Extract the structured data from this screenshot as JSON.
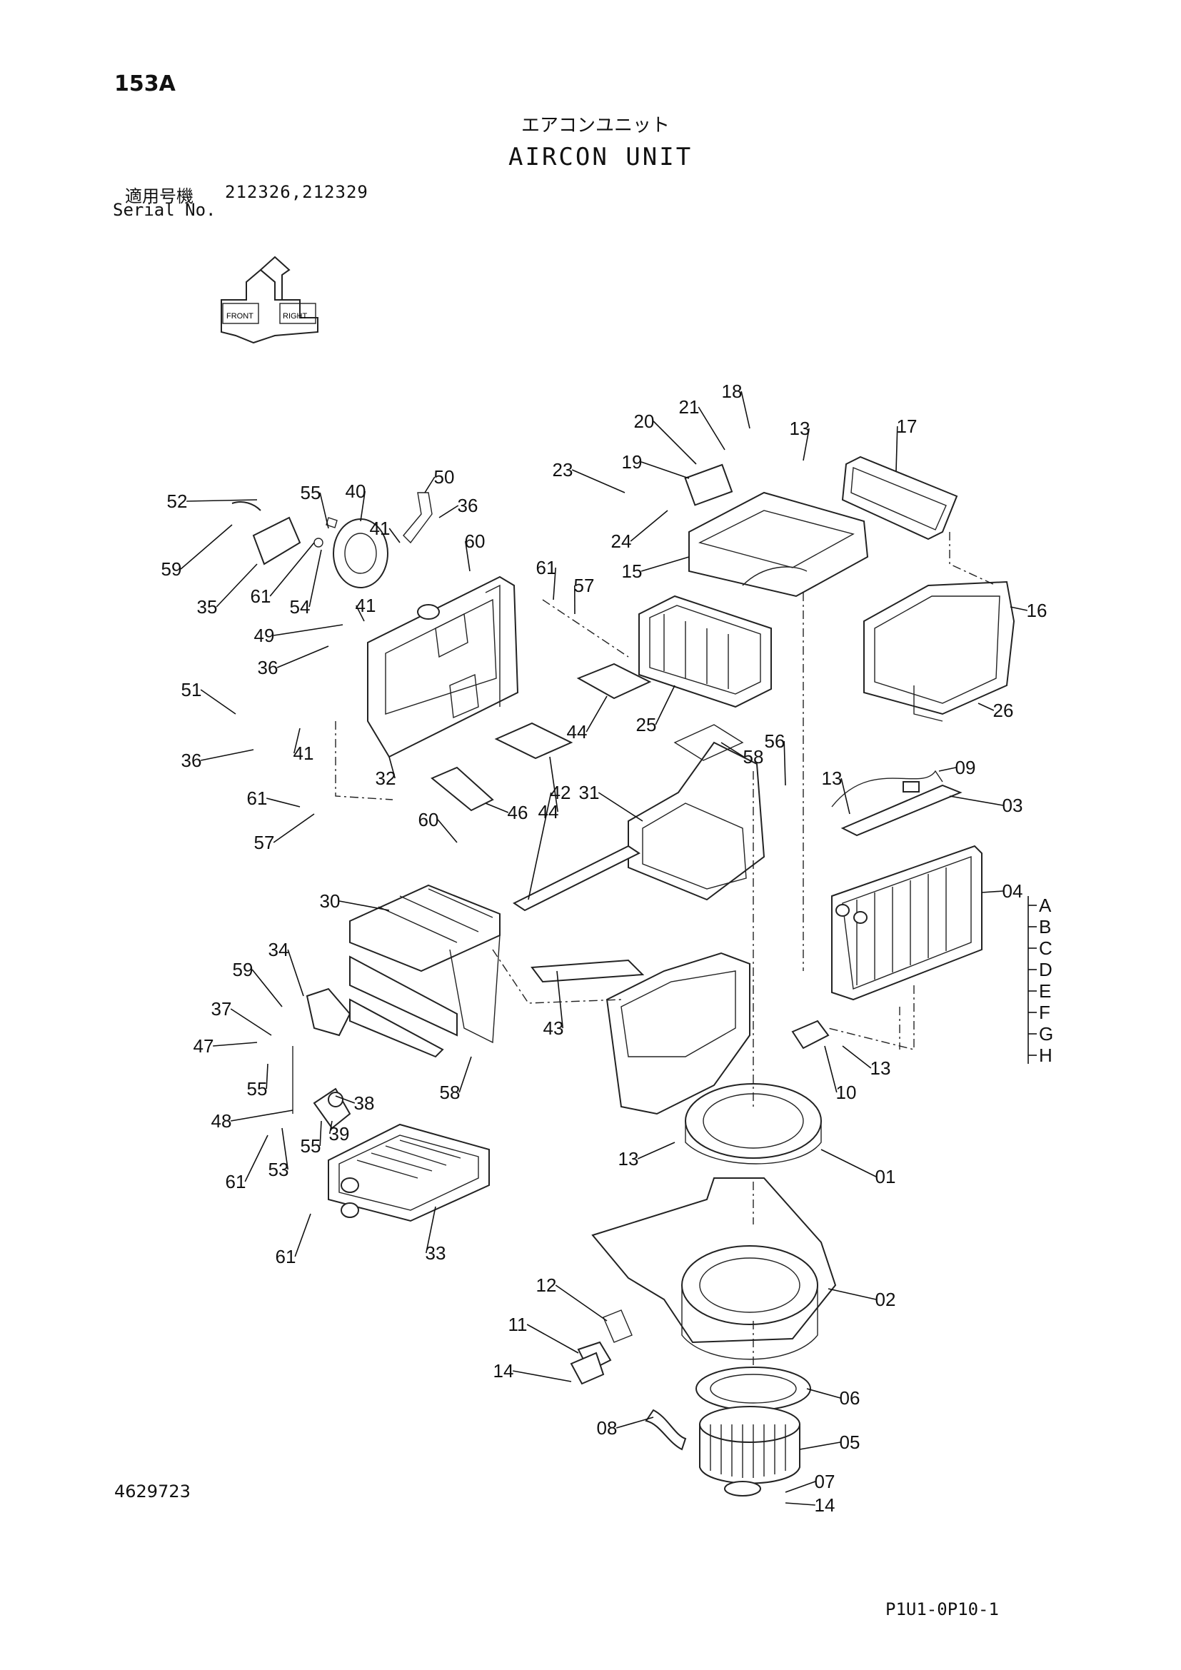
{
  "header": {
    "page_number": "153A",
    "title_jp": "エアコンユニット",
    "title_en": "AIRCON UNIT",
    "serial_label_jp": "適用号機",
    "serial_values": "212326,212329",
    "serial_label_en": "Serial No."
  },
  "orientation_icon": {
    "icon": "orientation-arrows-icon",
    "labels": [
      "FRONT",
      "RIGHT"
    ]
  },
  "callouts": [
    {
      "id": "153a-c01",
      "label": "52"
    },
    {
      "id": "153a-c02",
      "label": "55"
    },
    {
      "id": "153a-c03",
      "label": "40"
    },
    {
      "id": "153a-c04",
      "label": "50"
    },
    {
      "id": "153a-c05",
      "label": "36"
    },
    {
      "id": "153a-c06",
      "label": "41"
    },
    {
      "id": "153a-c07",
      "label": "60"
    },
    {
      "id": "153a-c08",
      "label": "59"
    },
    {
      "id": "153a-c09",
      "label": "35"
    },
    {
      "id": "153a-c10",
      "label": "61"
    },
    {
      "id": "153a-c11",
      "label": "54"
    },
    {
      "id": "153a-c12",
      "label": "41"
    },
    {
      "id": "153a-c13",
      "label": "49"
    },
    {
      "id": "153a-c14",
      "label": "36"
    },
    {
      "id": "153a-c15",
      "label": "51"
    },
    {
      "id": "153a-c16",
      "label": "41"
    },
    {
      "id": "153a-c17",
      "label": "36"
    },
    {
      "id": "153a-c18",
      "label": "61"
    },
    {
      "id": "153a-c19",
      "label": "57"
    },
    {
      "id": "153a-c20",
      "label": "32"
    },
    {
      "id": "153a-c21",
      "label": "61"
    },
    {
      "id": "153a-c22",
      "label": "57"
    },
    {
      "id": "153a-c23",
      "label": "44"
    },
    {
      "id": "153a-c24",
      "label": "44"
    },
    {
      "id": "153a-c25",
      "label": "46"
    },
    {
      "id": "153a-c26",
      "label": "18"
    },
    {
      "id": "153a-c27",
      "label": "21"
    },
    {
      "id": "153a-c28",
      "label": "20"
    },
    {
      "id": "153a-c29",
      "label": "19"
    },
    {
      "id": "153a-c30",
      "label": "23"
    },
    {
      "id": "153a-c31",
      "label": "24"
    },
    {
      "id": "153a-c32",
      "label": "15"
    },
    {
      "id": "153a-c33",
      "label": "13"
    },
    {
      "id": "153a-c34",
      "label": "17"
    },
    {
      "id": "153a-c35",
      "label": "16"
    },
    {
      "id": "153a-c36",
      "label": "26"
    },
    {
      "id": "153a-c37",
      "label": "25"
    },
    {
      "id": "153a-c38",
      "label": "58"
    },
    {
      "id": "153a-c39",
      "label": "56"
    },
    {
      "id": "153a-c40",
      "label": "31"
    },
    {
      "id": "153a-c41",
      "label": "42"
    },
    {
      "id": "153a-c42",
      "label": "60"
    },
    {
      "id": "153a-c43",
      "label": "30"
    },
    {
      "id": "153a-c44",
      "label": "13"
    },
    {
      "id": "153a-c45",
      "label": "09"
    },
    {
      "id": "153a-c46",
      "label": "03"
    },
    {
      "id": "153a-c47",
      "label": "04"
    },
    {
      "id": "153a-c48",
      "label": "34"
    },
    {
      "id": "153a-c49",
      "label": "59"
    },
    {
      "id": "153a-c50",
      "label": "37"
    },
    {
      "id": "153a-c51",
      "label": "47"
    },
    {
      "id": "153a-c52",
      "label": "55"
    },
    {
      "id": "153a-c53",
      "label": "43"
    },
    {
      "id": "153a-c54",
      "label": "58"
    },
    {
      "id": "153a-c55",
      "label": "38"
    },
    {
      "id": "153a-c56",
      "label": "48"
    },
    {
      "id": "153a-c57",
      "label": "39"
    },
    {
      "id": "153a-c58",
      "label": "55"
    },
    {
      "id": "153a-c59",
      "label": "53"
    },
    {
      "id": "153a-c60",
      "label": "61"
    },
    {
      "id": "153a-c61",
      "label": "13"
    },
    {
      "id": "153a-c62",
      "label": "10"
    },
    {
      "id": "153a-c63",
      "label": "13"
    },
    {
      "id": "153a-c64",
      "label": "01"
    },
    {
      "id": "153a-c65",
      "label": "33"
    },
    {
      "id": "153a-c66",
      "label": "61"
    },
    {
      "id": "153a-c67",
      "label": "12"
    },
    {
      "id": "153a-c68",
      "label": "02"
    },
    {
      "id": "153a-c69",
      "label": "11"
    },
    {
      "id": "153a-c70",
      "label": "14"
    },
    {
      "id": "153a-c71",
      "label": "06"
    },
    {
      "id": "153a-c72",
      "label": "08"
    },
    {
      "id": "153a-c73",
      "label": "05"
    },
    {
      "id": "153a-c74",
      "label": "07"
    },
    {
      "id": "153a-c75",
      "label": "14"
    }
  ],
  "variant_letters": [
    "A",
    "B",
    "C",
    "D",
    "E",
    "F",
    "G",
    "H"
  ],
  "footer": {
    "doc_number": "4629723",
    "page_code": "P1U1-0P10-1"
  }
}
